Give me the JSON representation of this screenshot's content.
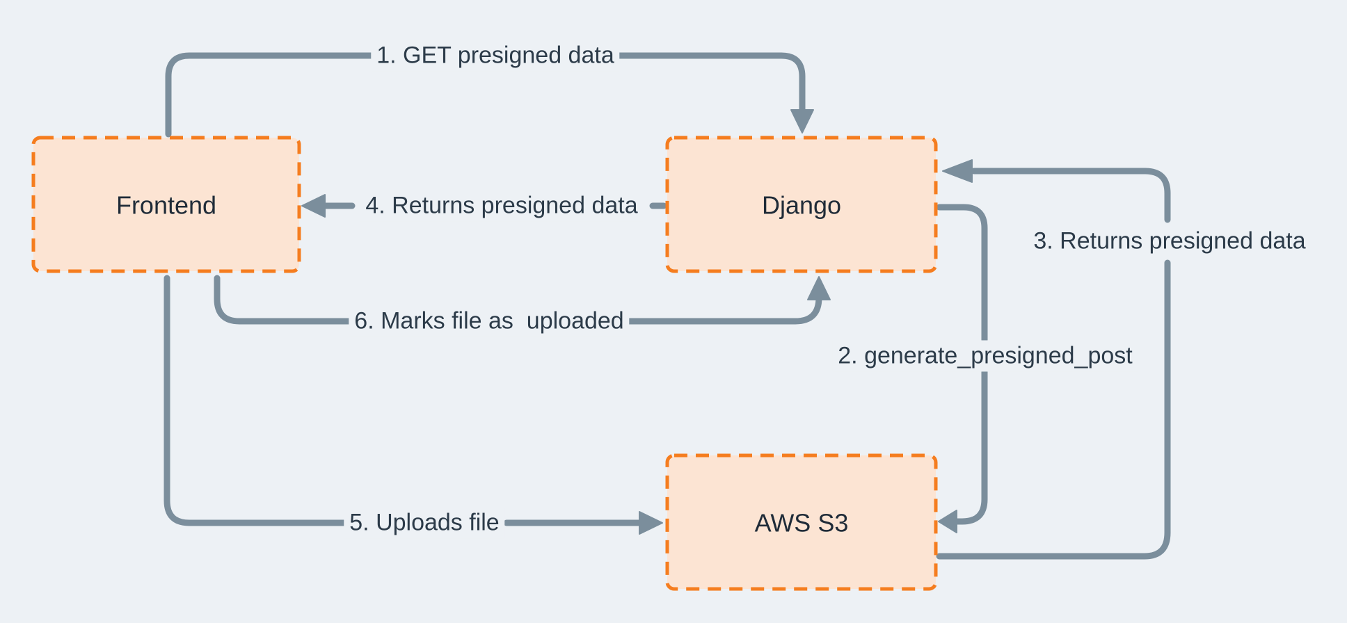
{
  "colors": {
    "background": "#edf1f5",
    "connector": "#7b8e9c",
    "node_border": "#f57d1f",
    "node_fill": "#fce4d3",
    "node_text": "#1f2b38",
    "edge_text": "#2c3b49"
  },
  "nodes": [
    {
      "id": "frontend",
      "label": "Frontend"
    },
    {
      "id": "django",
      "label": "Django"
    },
    {
      "id": "aws_s3",
      "label": "AWS S3"
    }
  ],
  "edges": [
    {
      "order": 1,
      "label": "1. GET presigned data",
      "from": "Frontend",
      "to": "Django"
    },
    {
      "order": 2,
      "label": "2. generate_presigned_post",
      "from": "Django",
      "to": "AWS S3"
    },
    {
      "order": 3,
      "label": "3. Returns presigned data",
      "from": "AWS S3",
      "to": "Django"
    },
    {
      "order": 4,
      "label": "4. Returns presigned data",
      "from": "Django",
      "to": "Frontend"
    },
    {
      "order": 5,
      "label": "5. Uploads file",
      "from": "Frontend",
      "to": "AWS S3"
    },
    {
      "order": 6,
      "label": "6. Marks file as  uploaded",
      "from": "Frontend",
      "to": "Django"
    }
  ]
}
